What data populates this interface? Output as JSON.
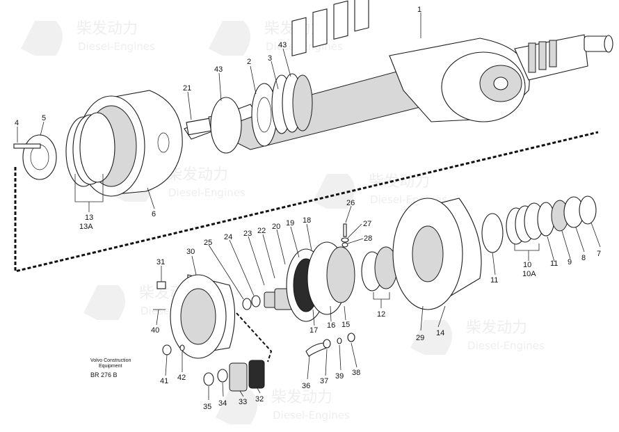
{
  "watermark": {
    "brand": "柴发动力",
    "sub": "Diesel-Engines"
  },
  "diagram": {
    "note_line1": "Volvo Construction",
    "note_line2": "Equipment",
    "reference": "BR 276 B"
  },
  "callouts": {
    "c1": "1",
    "c2": "2",
    "c3": "3",
    "c4": "4",
    "c5": "5",
    "c6": "6",
    "c7": "7",
    "c8": "8",
    "c9": "9",
    "c10": "10",
    "c10a": "10A",
    "c11a": "11",
    "c11b": "11",
    "c12": "12",
    "c13": "13",
    "c13a": "13A",
    "c14": "14",
    "c15": "15",
    "c16": "16",
    "c17": "17",
    "c18": "18",
    "c19": "19",
    "c20": "20",
    "c21": "21",
    "c22": "22",
    "c23": "23",
    "c24": "24",
    "c25": "25",
    "c26": "26",
    "c27": "27",
    "c28": "28",
    "c29": "29",
    "c30": "30",
    "c31": "31",
    "c32": "32",
    "c33": "33",
    "c34": "34",
    "c35": "35",
    "c36": "36",
    "c37": "37",
    "c38": "38",
    "c39": "39",
    "c40": "40",
    "c41": "41",
    "c42": "42",
    "c43a": "43",
    "c43b": "43"
  }
}
